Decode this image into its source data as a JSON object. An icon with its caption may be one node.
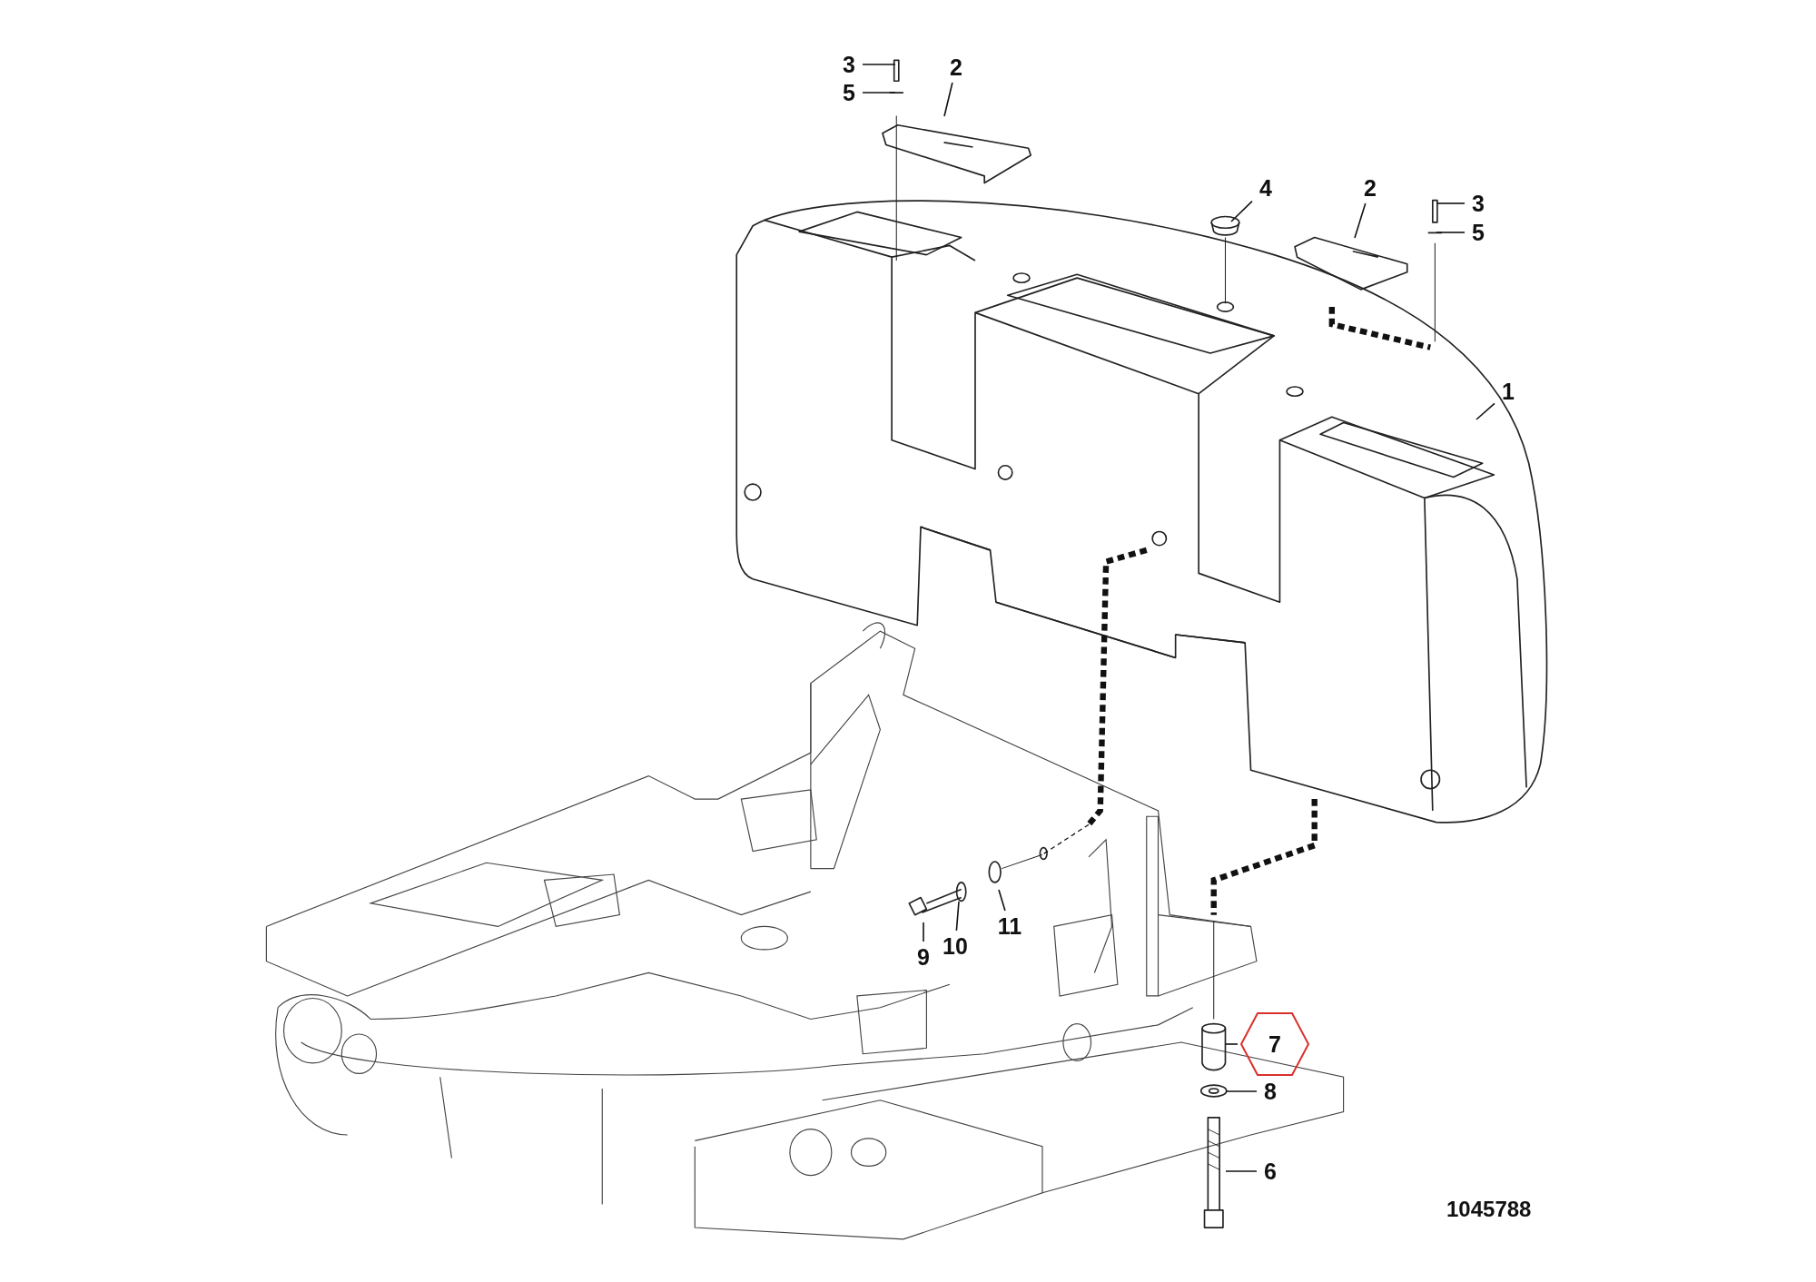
{
  "diagram": {
    "nodes": [
      {
        "text": [
          "3"
        ]
      },
      {
        "text": [
          "2"
        ]
      },
      {
        "text": [
          "5"
        ]
      },
      {
        "text": [
          "4"
        ]
      },
      {
        "text": [
          "2"
        ]
      },
      {
        "text": [
          "3"
        ]
      },
      {
        "text": [
          "5"
        ]
      },
      {
        "text": [
          "1"
        ]
      },
      {
        "text": [
          "9"
        ]
      },
      {
        "text": [
          "10"
        ]
      },
      {
        "text": [
          "11"
        ]
      },
      {
        "text": [
          "7"
        ]
      },
      {
        "text": [
          "8"
        ]
      },
      {
        "text": [
          "6"
        ]
      }
    ],
    "edges": [
      {
        "from": 0,
        "to": null,
        "arrow": "none"
      },
      {
        "from": 1,
        "to": null,
        "arrow": "none"
      },
      {
        "from": 2,
        "to": null,
        "arrow": "none"
      },
      {
        "from": 3,
        "to": null,
        "arrow": "none"
      },
      {
        "from": 4,
        "to": null,
        "arrow": "none"
      },
      {
        "from": 5,
        "to": null,
        "arrow": "none"
      },
      {
        "from": 6,
        "to": null,
        "arrow": "none"
      },
      {
        "from": 7,
        "to": null,
        "arrow": "none"
      },
      {
        "from": 8,
        "to": null,
        "arrow": "none"
      },
      {
        "from": 9,
        "to": null,
        "arrow": "none"
      },
      {
        "from": 10,
        "to": null,
        "arrow": "none"
      },
      {
        "from": 11,
        "to": null,
        "arrow": "none"
      },
      {
        "from": 12,
        "to": null,
        "arrow": "none"
      },
      {
        "from": 13,
        "to": null,
        "arrow": "none"
      }
    ],
    "labels": [
      "1045788"
    ]
  }
}
